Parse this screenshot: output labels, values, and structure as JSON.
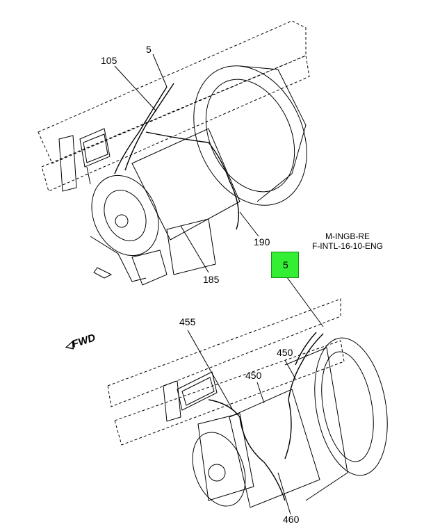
{
  "callouts": {
    "c105": "105",
    "c5_top": "5",
    "c190": "190",
    "c185": "185",
    "c5_box": "5",
    "c455": "455",
    "c450_right": "450",
    "c450_left": "450",
    "c460": "460"
  },
  "reference": {
    "line1": "M-INGB-RE",
    "line2": "F-INTL-16-10-ENG"
  },
  "direction": "FWD",
  "colors": {
    "highlight": "#33ee33",
    "line": "#000000"
  }
}
